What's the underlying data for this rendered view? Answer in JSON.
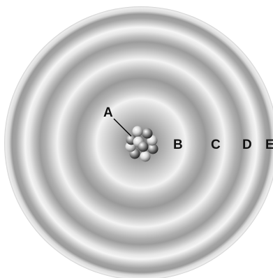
{
  "diagram": {
    "labels": {
      "nucleus": "A",
      "region_b": "B",
      "region_c": "C",
      "region_d": "D",
      "region_e": "E"
    },
    "colors": {
      "background": "#ffffff",
      "label": "#111111",
      "leader_line": "#000000",
      "particle_light": "#f2f2f2",
      "particle_dark": "#555555"
    }
  }
}
